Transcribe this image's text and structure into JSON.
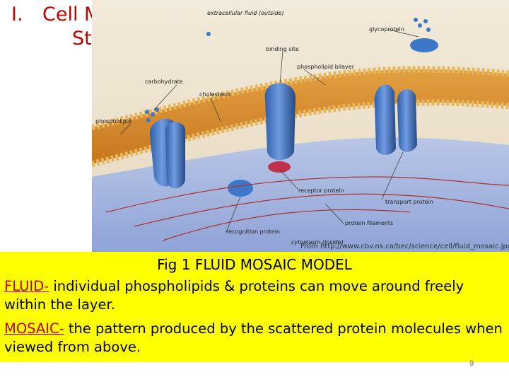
{
  "title": {
    "number": "I.",
    "line1": "Cell Membrane",
    "line2": "Structure"
  },
  "figure": {
    "labels": {
      "extracellular": "extracellular fluid (outside)",
      "glycoprotein": "glycoprotein",
      "binding_site": "binding site",
      "phospholipid_bilayer": "phospholipid bilayer",
      "carbohydrate": "carbohydrate",
      "cholesterol": "cholesterol",
      "phospholipid": "phospholipid",
      "receptor_protein": "receptor protein",
      "transport_protein": "transport protein",
      "protein_filaments": "protein filaments",
      "recognition_protein": "recognition protein",
      "cytoplasm": "cytoplasm (inside)"
    },
    "source": "From http://www.cbv.ns.ca/bec/science/cell/fluid_mosaic.jpg"
  },
  "caption": {
    "title": "Fig 1 FLUID MOSAIC MODEL",
    "fluid_term": "FLUID-",
    "fluid_text": " individual phospholipids & proteins can move around freely within the layer.",
    "mosaic_term": "MOSAIC-",
    "mosaic_text": " the pattern produced by the scattered protein molecules when viewed from above."
  },
  "page_number": "9"
}
